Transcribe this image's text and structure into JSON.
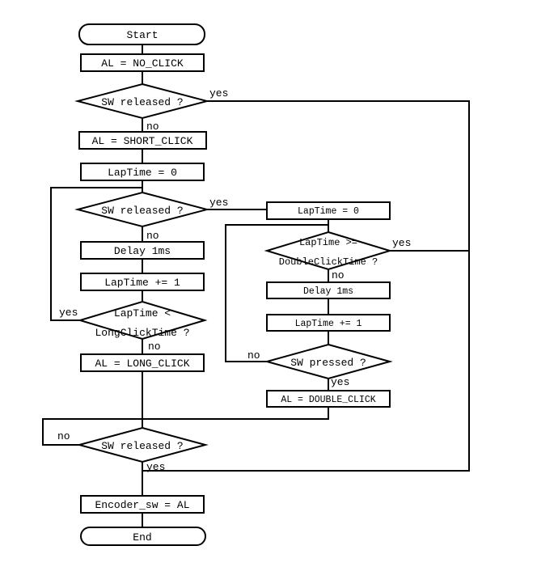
{
  "diagram": {
    "background_color": "#ffffff",
    "stroke_color": "#000000",
    "nodes": {
      "start": {
        "type": "terminator",
        "label": "Start"
      },
      "al_no_click": {
        "type": "process",
        "label": "AL = NO_CLICK"
      },
      "sw_released_1": {
        "type": "decision",
        "label": "SW released ?"
      },
      "al_short_click": {
        "type": "process",
        "label": "AL = SHORT_CLICK"
      },
      "laptime_zero_left": {
        "type": "process",
        "label": "LapTime = 0"
      },
      "sw_released_2": {
        "type": "decision",
        "label": "SW released ?"
      },
      "delay_left": {
        "type": "process",
        "label": "Delay 1ms"
      },
      "laptime_inc_left": {
        "type": "process",
        "label": "LapTime += 1"
      },
      "long_click_check": {
        "type": "decision",
        "line1": "LapTime <",
        "line2": "LongClickTime ?"
      },
      "al_long_click": {
        "type": "process",
        "label": "AL = LONG_CLICK"
      },
      "laptime_zero_right": {
        "type": "process",
        "label": "LapTime = 0"
      },
      "double_click_check": {
        "type": "decision",
        "line1": "LapTime >=",
        "line2": "DoubleClickTime ?"
      },
      "delay_right": {
        "type": "process",
        "label": "Delay 1ms"
      },
      "laptime_inc_right": {
        "type": "process",
        "label": "LapTime += 1"
      },
      "sw_pressed": {
        "type": "decision",
        "label": "SW pressed ?"
      },
      "al_double_click": {
        "type": "process",
        "label": "AL = DOUBLE_CLICK"
      },
      "sw_released_3": {
        "type": "decision",
        "label": "SW released ?"
      },
      "encoder_assign": {
        "type": "process",
        "label": "Encoder_sw = AL"
      },
      "end": {
        "type": "terminator",
        "label": "End"
      }
    },
    "branch_labels": {
      "yes": "yes",
      "no": "no"
    },
    "edges": [
      {
        "from": "start",
        "to": "al_no_click",
        "label": ""
      },
      {
        "from": "al_no_click",
        "to": "sw_released_1",
        "label": ""
      },
      {
        "from": "sw_released_1",
        "to": "encoder_assign",
        "label": "yes"
      },
      {
        "from": "sw_released_1",
        "to": "al_short_click",
        "label": "no"
      },
      {
        "from": "al_short_click",
        "to": "laptime_zero_left",
        "label": ""
      },
      {
        "from": "laptime_zero_left",
        "to": "sw_released_2",
        "label": ""
      },
      {
        "from": "sw_released_2",
        "to": "laptime_zero_right",
        "label": "yes"
      },
      {
        "from": "sw_released_2",
        "to": "delay_left",
        "label": "no"
      },
      {
        "from": "delay_left",
        "to": "laptime_inc_left",
        "label": ""
      },
      {
        "from": "laptime_inc_left",
        "to": "long_click_check",
        "label": ""
      },
      {
        "from": "long_click_check",
        "to": "sw_released_2",
        "label": "yes"
      },
      {
        "from": "long_click_check",
        "to": "al_long_click",
        "label": "no"
      },
      {
        "from": "al_long_click",
        "to": "sw_released_3",
        "label": ""
      },
      {
        "from": "laptime_zero_right",
        "to": "double_click_check",
        "label": ""
      },
      {
        "from": "double_click_check",
        "to": "encoder_assign",
        "label": "yes"
      },
      {
        "from": "double_click_check",
        "to": "delay_right",
        "label": "no"
      },
      {
        "from": "delay_right",
        "to": "laptime_inc_right",
        "label": ""
      },
      {
        "from": "laptime_inc_right",
        "to": "sw_pressed",
        "label": ""
      },
      {
        "from": "sw_pressed",
        "to": "double_click_check",
        "label": "no"
      },
      {
        "from": "sw_pressed",
        "to": "al_double_click",
        "label": "yes"
      },
      {
        "from": "al_double_click",
        "to": "sw_released_3",
        "label": ""
      },
      {
        "from": "sw_released_3",
        "to": "sw_released_3",
        "label": "no"
      },
      {
        "from": "sw_released_3",
        "to": "encoder_assign",
        "label": "yes"
      },
      {
        "from": "encoder_assign",
        "to": "end",
        "label": ""
      }
    ]
  }
}
